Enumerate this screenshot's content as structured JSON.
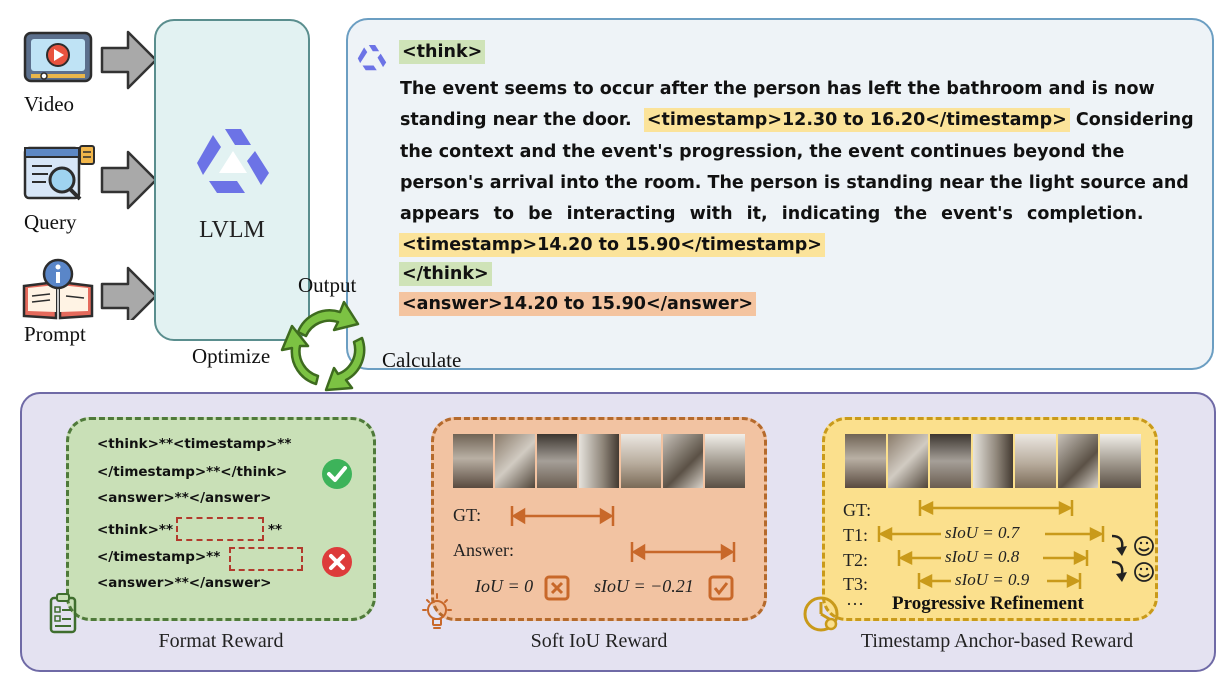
{
  "inputs": {
    "video": "Video",
    "query": "Query",
    "prompt": "Prompt"
  },
  "model": {
    "label": "LVLM"
  },
  "output": {
    "think_open": "<think>",
    "line1": "The event seems to occur after the person has left the bathroom and is now",
    "line2_a": "standing near the door.",
    "line2_ts": "<timestamp>12.30 to 16.20</timestamp>",
    "line2_b": "Considering",
    "line3": "the context and the event's progression, the event continues beyond the",
    "line4": "person's arrival into the room. The person is standing near the light source and",
    "line5": "appears to be interacting with it, indicating the event's completion.",
    "line6_ts": "<timestamp>14.20 to 15.90</timestamp>",
    "think_close": "</think>",
    "answer": "<answer>14.20 to 15.90</answer>"
  },
  "cycle": {
    "output": "Output",
    "calculate": "Calculate",
    "optimize": "Optimize"
  },
  "format_reward": {
    "title": "Format Reward",
    "good_line1": "<think>**<timestamp>**",
    "good_line2": "</timestamp>**</think>",
    "good_line3": "<answer>**</answer>",
    "bad_line1_a": "<think>**",
    "bad_line1_b": "**",
    "bad_line2": "</timestamp>**",
    "bad_line3": "<answer>**</answer>"
  },
  "soft_iou_reward": {
    "title": "Soft IoU Reward",
    "gt_label": "GT:",
    "answer_label": "Answer:",
    "iou_text": "IoU = 0",
    "siou_text": "sIoU = −0.21"
  },
  "timestamp_reward": {
    "title": "Timestamp Anchor-based Reward",
    "gt_label": "GT:",
    "t1_label": "T1:",
    "t2_label": "T2:",
    "t3_label": "T3:",
    "more_label": "···",
    "t1_value": "sIoU = 0.7",
    "t2_value": "sIoU = 0.8",
    "t3_value": "sIoU = 0.9",
    "refinement": "Progressive Refinement"
  },
  "colors": {
    "lvlm_fill": "#e2f2f2",
    "output_fill": "#eef3f7",
    "bottom_fill": "#e4e2f1",
    "format_fill": "#c9e0b7",
    "soft_fill": "#f2c3a2",
    "ts_fill": "#fbe08d",
    "soft_arrow": "#c8682a",
    "ts_arrow": "#c99a1a",
    "cycle_green": "#7cc243"
  },
  "icons": {
    "video": "video-player-icon",
    "query": "search-document-icon",
    "prompt": "info-book-icon",
    "model": "qwen-logo-icon",
    "check": "check-circle-icon",
    "cross": "cross-circle-icon",
    "clipboard": "clipboard-icon",
    "bulb": "lightbulb-icon",
    "clock": "clock-icon"
  }
}
